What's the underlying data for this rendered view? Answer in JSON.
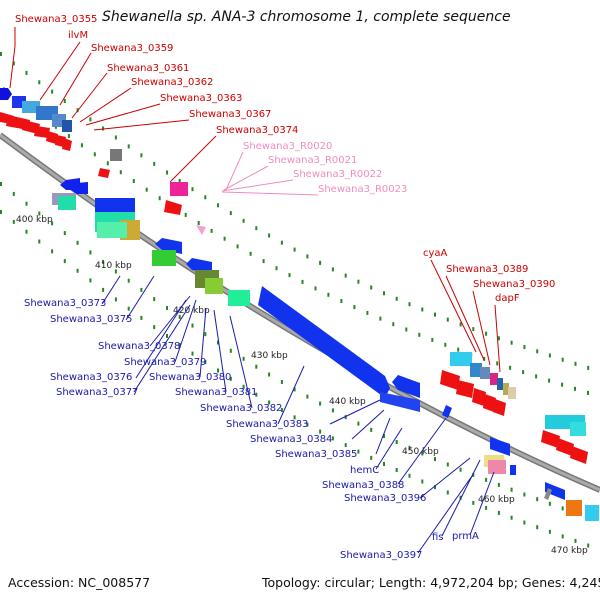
{
  "title": "Shewanella sp. ANA-3 chromosome 1, complete sequence",
  "accession": "Accession: NC_008577",
  "summary": "Topology: circular; Length: 4,972,204 bp; Genes: 4,245",
  "colors": {
    "forward_label": "#cc0000",
    "reverse_label": "#1a1aaa",
    "rna_label": "#f08cc0",
    "backbone": "#888888",
    "tick": "#228822"
  },
  "scale_labels": [
    "400 kbp",
    "410 kbp",
    "420 kbp",
    "430 kbp",
    "440 kbp",
    "450 kbp",
    "460 kbp",
    "470 kbp"
  ],
  "forward_labels": [
    "Shewana3_0355",
    "ilvM",
    "Shewana3_0359",
    "Shewana3_0361",
    "Shewana3_0362",
    "Shewana3_0363",
    "Shewana3_0367",
    "Shewana3_0374",
    "cyaA",
    "Shewana3_0389",
    "Shewana3_0390",
    "dapF"
  ],
  "rna_labels": [
    "Shewana3_R0020",
    "Shewana3_R0021",
    "Shewana3_R0022",
    "Shewana3_R0023"
  ],
  "reverse_labels": [
    "Shewana3_0373",
    "Shewana3_0375",
    "Shewana3_0378",
    "Shewana3_0379",
    "Shewana3_0376",
    "Shewana3_0380",
    "Shewana3_0377",
    "Shewana3_0381",
    "Shewana3_0382",
    "Shewana3_0383",
    "Shewana3_0384",
    "Shewana3_0385",
    "hemC",
    "Shewana3_0388",
    "Shewana3_0396",
    "fis",
    "prmA",
    "Shewana3_0397"
  ]
}
